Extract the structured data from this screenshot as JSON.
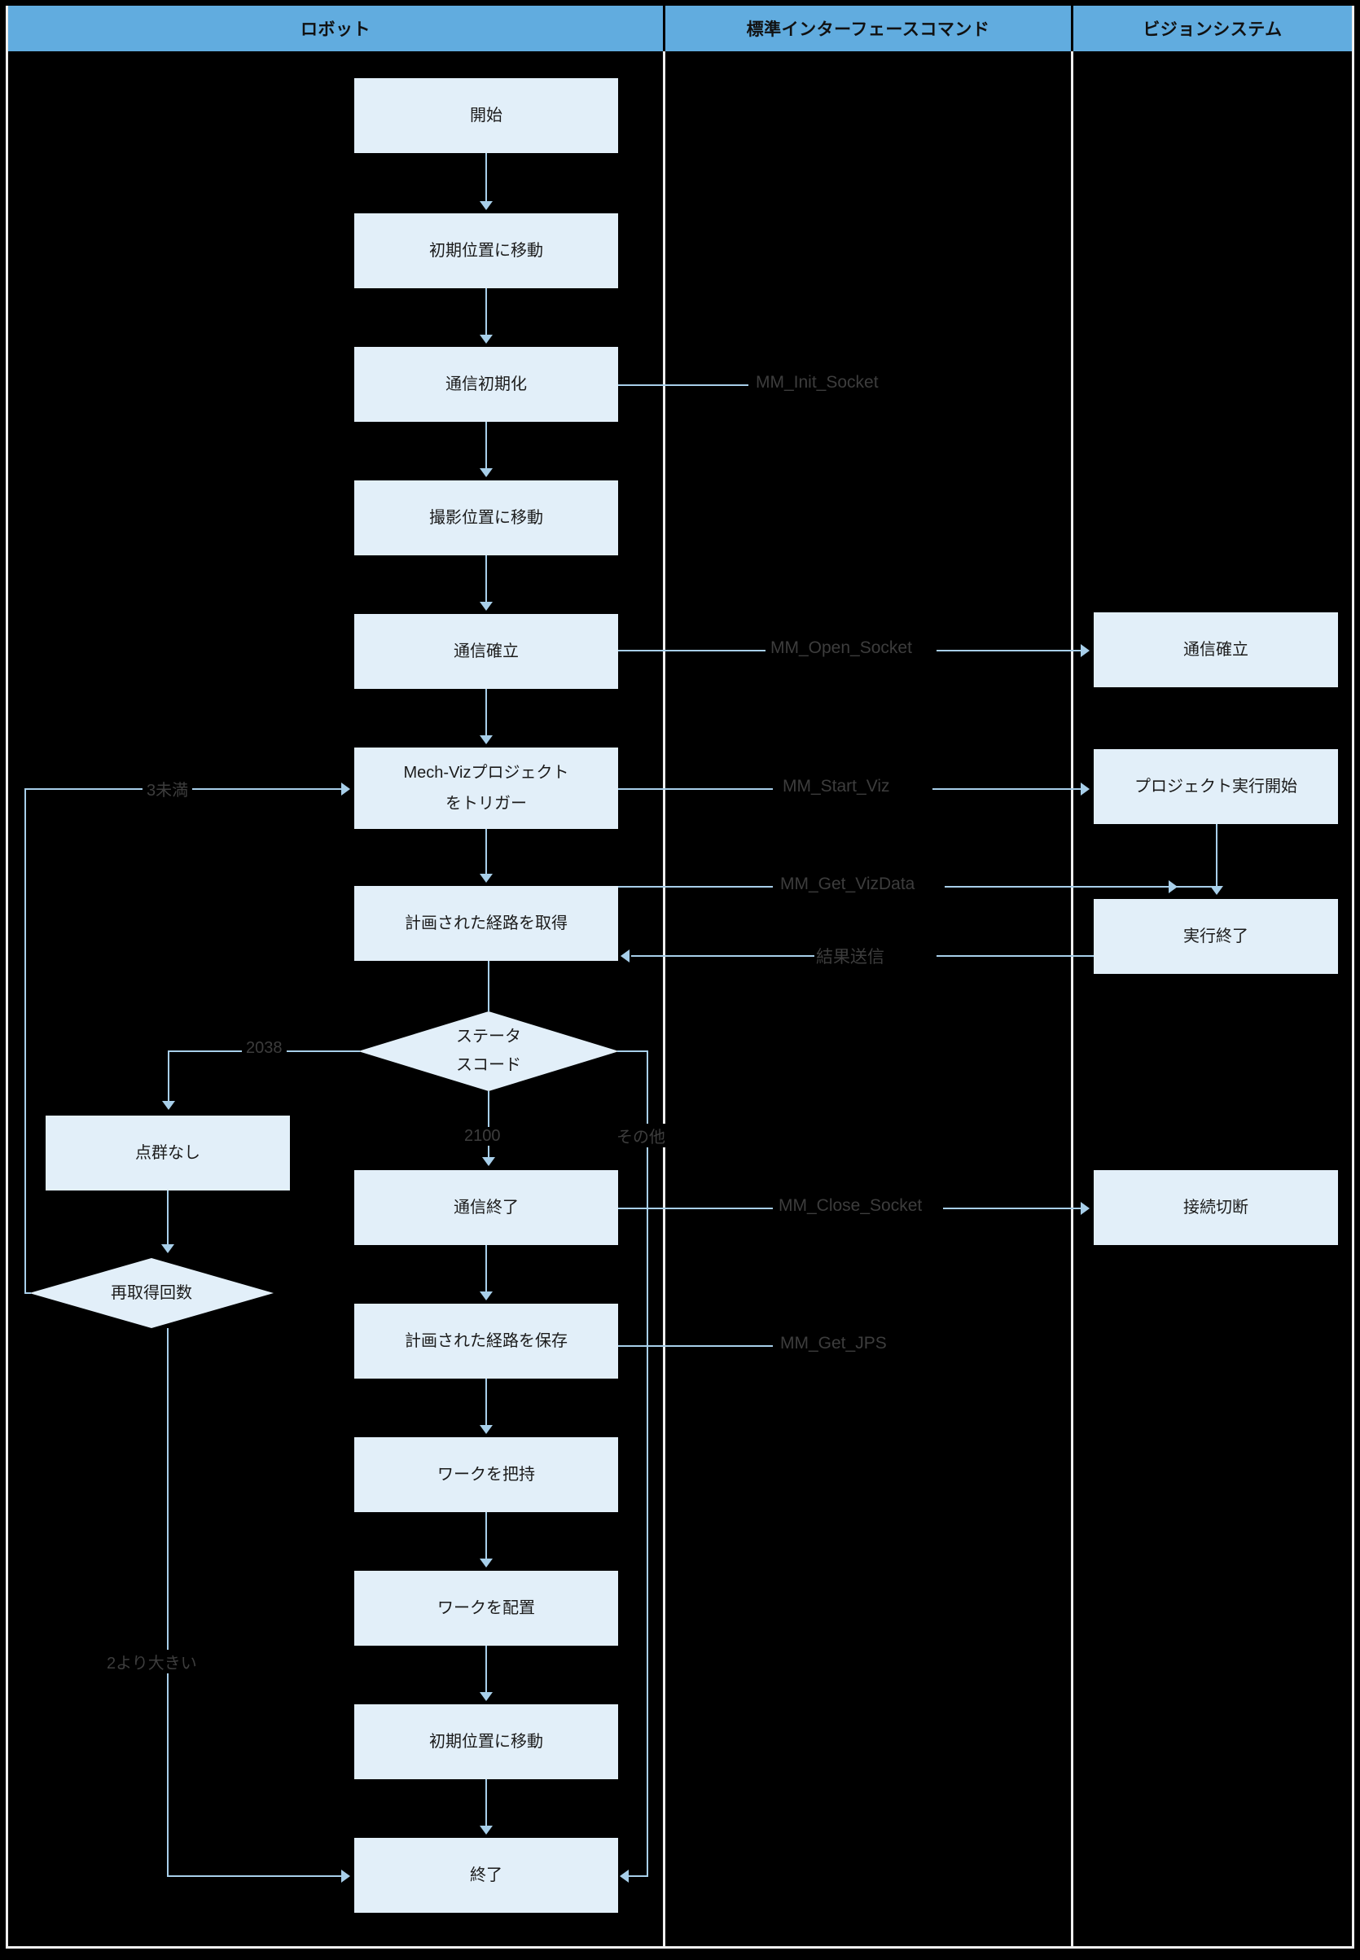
{
  "diagram": {
    "title": "ロボット・標準インターフェースコマンド・ビジョンシステム フローチャート",
    "lanes": [
      {
        "id": "robot",
        "label": "ロボット"
      },
      {
        "id": "command",
        "label": "標準インターフェースコマンド"
      },
      {
        "id": "vision",
        "label": "ビジョンシステム"
      }
    ],
    "colors": {
      "lane_header_bg": "#61acdf",
      "node_fill": "#e2eff9",
      "connector": "#a8cfea",
      "frame": "#efefef",
      "background": "#000000",
      "label_text": "#3d3d3d"
    },
    "robot_nodes": [
      {
        "id": "start",
        "label": "開始",
        "shape": "rect"
      },
      {
        "id": "home1",
        "label": "初期位置に移動",
        "shape": "rect"
      },
      {
        "id": "init_comm",
        "label": "通信初期化",
        "shape": "rect"
      },
      {
        "id": "capture_pos",
        "label": "撮影位置に移動",
        "shape": "rect"
      },
      {
        "id": "open_comm",
        "label": "通信確立",
        "shape": "rect"
      },
      {
        "id": "trigger_viz",
        "label": "Mech-Vizプロジェクト\nをトリガー",
        "shape": "rect",
        "line1": "Mech-Vizプロジェクト",
        "line2": "をトリガー"
      },
      {
        "id": "get_path",
        "label": "計画された経路を取得",
        "shape": "rect"
      },
      {
        "id": "status_code",
        "label": "ステータ\nスコード",
        "shape": "diamond",
        "line1": "ステータ",
        "line2": "スコード"
      },
      {
        "id": "close_comm",
        "label": "通信終了",
        "shape": "rect"
      },
      {
        "id": "save_path",
        "label": "計画された経路を保存",
        "shape": "rect"
      },
      {
        "id": "pick",
        "label": "ワークを把持",
        "shape": "rect"
      },
      {
        "id": "place",
        "label": "ワークを配置",
        "shape": "rect"
      },
      {
        "id": "home2",
        "label": "初期位置に移動",
        "shape": "rect"
      },
      {
        "id": "end",
        "label": "終了",
        "shape": "rect"
      }
    ],
    "branch_nodes": [
      {
        "id": "no_cloud",
        "label": "点群なし",
        "shape": "rect"
      },
      {
        "id": "retry_cnt",
        "label": "再取得回数",
        "shape": "diamond"
      }
    ],
    "vision_nodes": [
      {
        "id": "v_open",
        "label": "通信確立",
        "shape": "rect"
      },
      {
        "id": "v_start",
        "label": "プロジェクト実行開始",
        "shape": "rect"
      },
      {
        "id": "v_finish",
        "label": "実行終了",
        "shape": "rect"
      },
      {
        "id": "v_disconn",
        "label": "接続切断",
        "shape": "rect"
      }
    ],
    "commands": [
      {
        "id": "c_init",
        "label": "MM_Init_Socket"
      },
      {
        "id": "c_open",
        "label": "MM_Open_Socket"
      },
      {
        "id": "c_start",
        "label": "MM_Start_Viz"
      },
      {
        "id": "c_get",
        "label": "MM_Get_VizData"
      },
      {
        "id": "c_send",
        "label": "結果送信"
      },
      {
        "id": "c_close",
        "label": "MM_Close_Socket"
      },
      {
        "id": "c_jps",
        "label": "MM_Get_JPS"
      }
    ],
    "edge_labels": [
      {
        "id": "e_lt3",
        "label": "3未満"
      },
      {
        "id": "e_2038",
        "label": "2038"
      },
      {
        "id": "e_2100",
        "label": "2100"
      },
      {
        "id": "e_other",
        "label": "その他"
      },
      {
        "id": "e_gt2",
        "label": "2より大きい"
      }
    ]
  }
}
